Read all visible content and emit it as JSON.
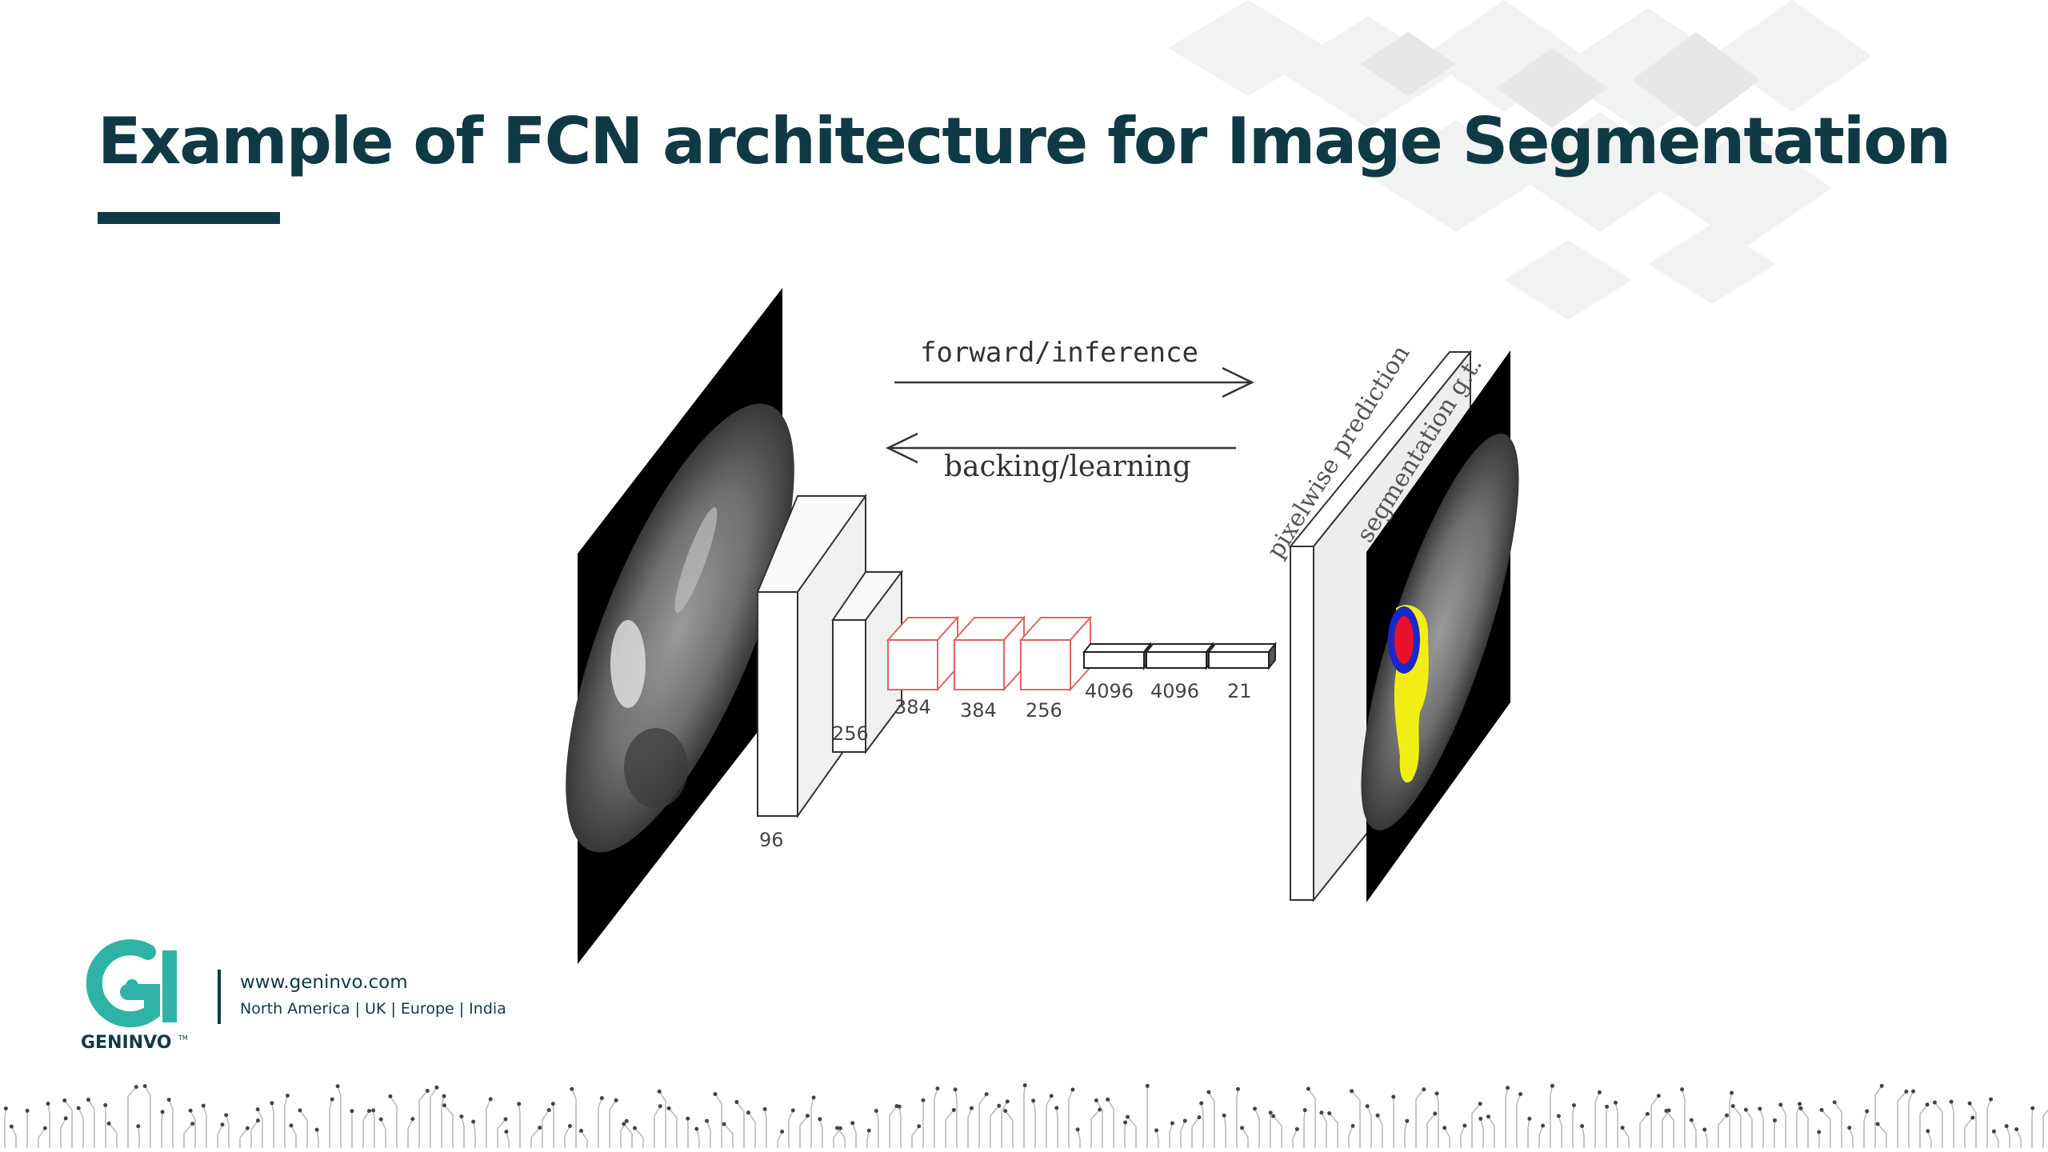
{
  "slide": {
    "title": "Example of FCN architecture for Image Segmentation"
  },
  "diagram": {
    "arrows": {
      "forward_label": "forward/inference",
      "backward_label": "backing/learning"
    },
    "layers": {
      "conv1": "96",
      "conv2": "256",
      "conv3": "384",
      "conv4": "384",
      "conv5": "256",
      "fc6": "4096",
      "fc7": "4096",
      "fc8": "21"
    },
    "output_labels": {
      "prediction": "pixelwise prediction",
      "ground_truth": "segmentation g.t."
    },
    "colors": {
      "line": "#333333",
      "pool_boxes": "#e06464",
      "segmentation_red": "#e8102a",
      "segmentation_blue": "#1a28c8",
      "segmentation_yellow": "#f2ee14"
    }
  },
  "footer": {
    "brand": "GENINVO",
    "trademark": "TM",
    "url": "www.geninvo.com",
    "regions": "North America | UK | Europe | India",
    "logo_color": "#2fb3a6"
  }
}
